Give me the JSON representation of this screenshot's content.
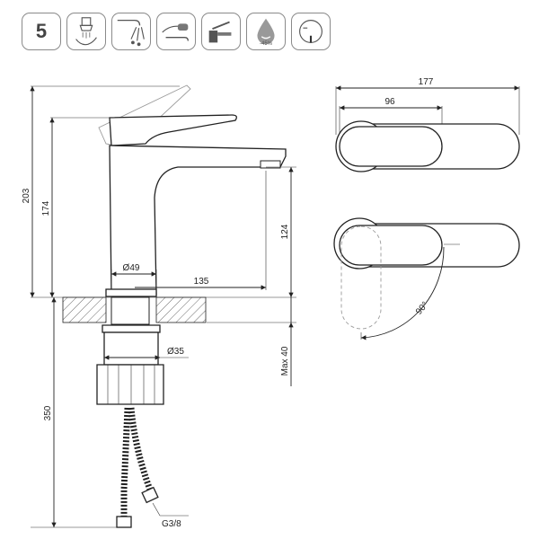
{
  "icons": {
    "warranty_years": "5",
    "eco_label": "-45%"
  },
  "dimensions": {
    "total_height": "203",
    "spout_height": "174",
    "outlet_height": "124",
    "reach": "135",
    "base_diameter": "Ø49",
    "shank_diameter": "Ø35",
    "max_thickness": "Max 40",
    "hose_length": "350",
    "connection": "G3/8",
    "plan_length": "177",
    "plan_handle": "96",
    "rotation_angle": "90°"
  },
  "colors": {
    "line": "#222222",
    "ghost": "#9a9a9a",
    "tile_border": "#8a8a8a"
  }
}
